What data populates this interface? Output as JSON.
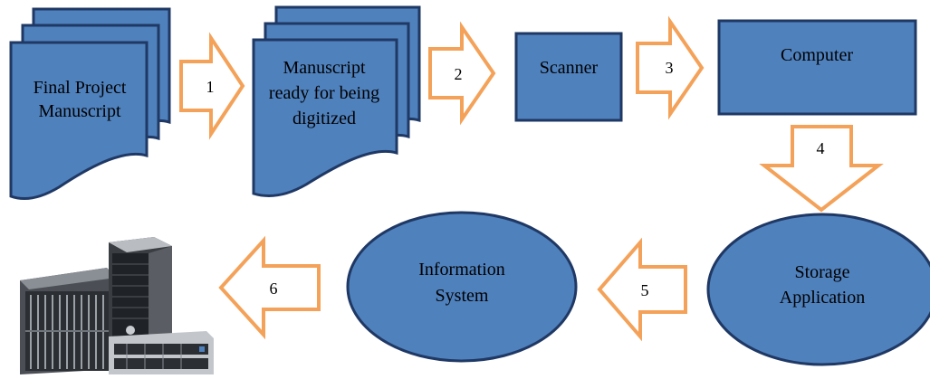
{
  "colors": {
    "node_fill": "#4f81bd",
    "node_stroke": "#1f3864",
    "arrow_stroke": "#f4a259",
    "arrow_fill": "#ffffff",
    "text": "#000000"
  },
  "nodes": {
    "final_manuscript": {
      "lines": [
        "Final Project",
        "Manuscript"
      ]
    },
    "manuscript_ready": {
      "lines": [
        "Manuscript",
        "ready for being",
        "digitized"
      ]
    },
    "scanner": {
      "label": "Scanner"
    },
    "computer": {
      "label": "Computer"
    },
    "storage_application": {
      "lines": [
        "Storage",
        "Application"
      ]
    },
    "information_system": {
      "lines": [
        "Information",
        "System"
      ]
    },
    "servers": {
      "icon": "server-rack-icon"
    }
  },
  "steps": {
    "s1": "1",
    "s2": "2",
    "s3": "3",
    "s4": "4",
    "s5": "5",
    "s6": "6"
  }
}
